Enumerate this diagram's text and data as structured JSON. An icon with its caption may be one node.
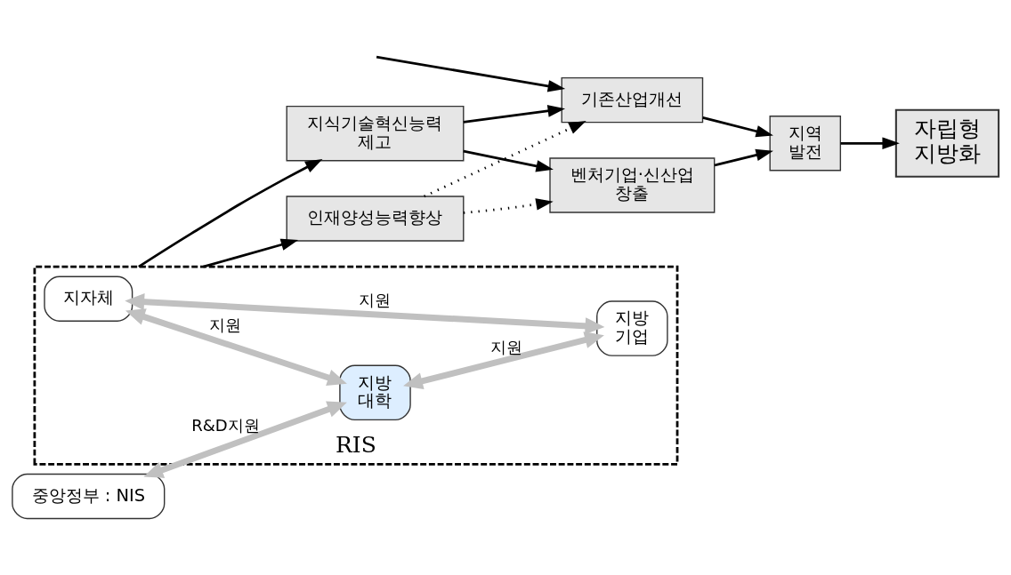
{
  "diagram": {
    "nodes": [
      {
        "text": [
          "RIS"
        ]
      },
      {
        "text": [
          "중앙정부 : NIS"
        ]
      },
      {
        "text": [
          "지자체"
        ],
        "in": 0
      },
      {
        "text": [
          "지방 대학"
        ],
        "in": 0
      },
      {
        "text": [
          "지방 기업"
        ],
        "in": 0
      },
      {
        "text": [
          "지식기술혁신능력 제고"
        ]
      },
      {
        "text": [
          "인재양성능력향상"
        ]
      },
      {
        "text": [
          "벤처기업·신산업 창출"
        ]
      },
      {
        "text": [
          "기존산업개선"
        ]
      },
      {
        "text": [
          "지역 발전"
        ]
      },
      {
        "text": [
          "자립형 지방화"
        ]
      }
    ],
    "edges": [
      {
        "from": 1,
        "to": 3,
        "arrow": "both",
        "label": "R&D지원",
        "style": "thick",
        "color": "#c0c0c0"
      },
      {
        "from": 2,
        "to": 3,
        "arrow": "both",
        "label": "지원",
        "style": "thick",
        "color": "#c0c0c0"
      },
      {
        "from": 2,
        "to": 4,
        "arrow": "both",
        "label": "지원",
        "style": "thick",
        "color": "#c0c0c0"
      },
      {
        "from": 3,
        "to": 4,
        "arrow": "both",
        "label": "지원",
        "style": "thick",
        "color": "#c0c0c0"
      },
      {
        "from": 0,
        "to": 5,
        "arrow": "to"
      },
      {
        "from": 0,
        "to": 6,
        "arrow": "to"
      },
      {
        "from": 5,
        "to": 7,
        "arrow": "to"
      },
      {
        "from": 5,
        "to": 8,
        "arrow": "to"
      },
      {
        "from": 6,
        "to": 7,
        "arrow": "to",
        "style": "dashed"
      },
      {
        "from": 6,
        "to": 8,
        "arrow": "to",
        "style": "dashed"
      },
      {
        "from": null,
        "to": 8,
        "arrow": "to"
      },
      {
        "from": 7,
        "to": 9,
        "arrow": "to"
      },
      {
        "from": 8,
        "to": 9,
        "arrow": "to"
      },
      {
        "from": 9,
        "to": 10,
        "arrow": "to"
      }
    ]
  }
}
